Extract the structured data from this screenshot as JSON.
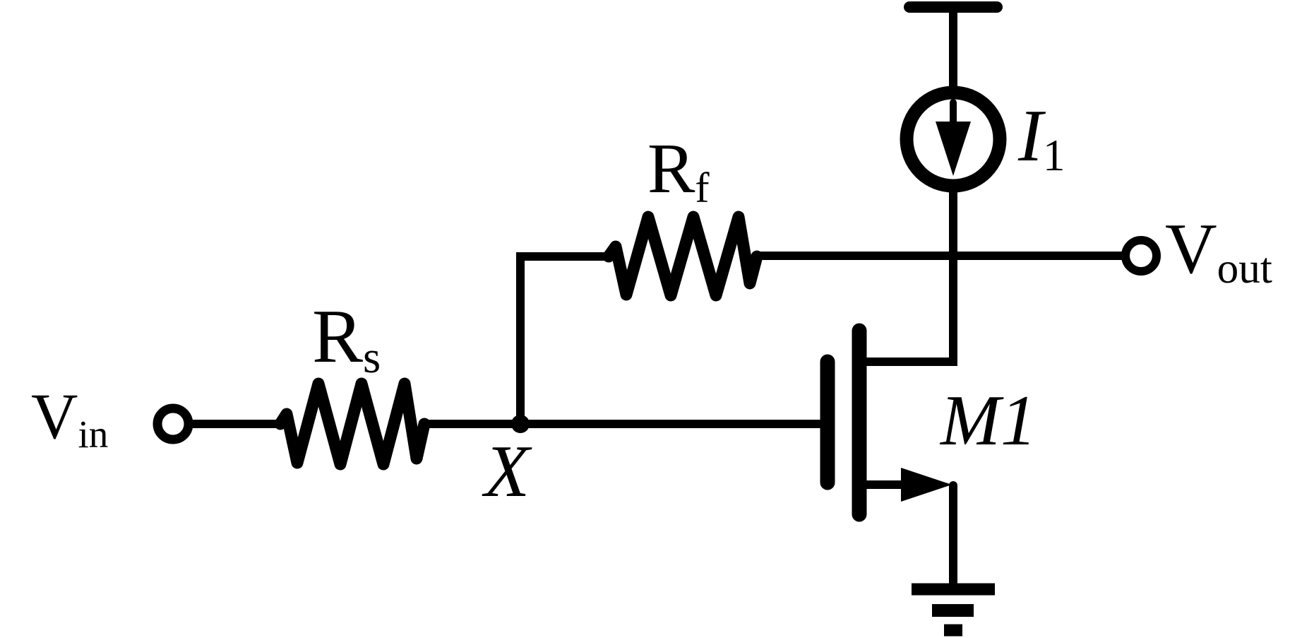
{
  "diagram": {
    "background_color": "#ffffff",
    "ink_color": "#000000",
    "components": [
      {
        "id": "vin-terminal",
        "type": "input-terminal",
        "label": {
          "main": "V",
          "sub": "in"
        }
      },
      {
        "id": "rs-resistor",
        "type": "resistor",
        "label": {
          "main": "R",
          "sub": "s"
        }
      },
      {
        "id": "node-x",
        "type": "circuit-node",
        "label": {
          "main": "X"
        }
      },
      {
        "id": "rf-resistor",
        "type": "resistor",
        "label": {
          "main": "R",
          "sub": "f"
        }
      },
      {
        "id": "m1-transistor",
        "type": "nmos-transistor",
        "label": {
          "main": "M",
          "suffix": "1"
        }
      },
      {
        "id": "i1-current-source",
        "type": "current-source",
        "label": {
          "main": "I",
          "sub": "1"
        }
      },
      {
        "id": "vdd-rail",
        "type": "supply-rail"
      },
      {
        "id": "ground",
        "type": "ground-symbol"
      },
      {
        "id": "vout-terminal",
        "type": "output-terminal",
        "label": {
          "main": "V",
          "sub": "out"
        }
      }
    ]
  }
}
